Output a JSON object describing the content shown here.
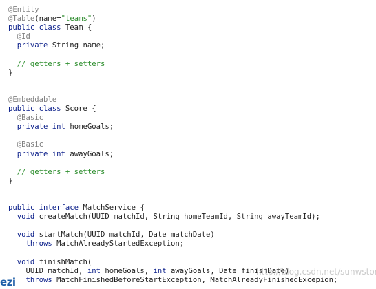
{
  "code_lines": [
    [
      {
        "t": "annotation",
        "v": "@Entity"
      }
    ],
    [
      {
        "t": "annotation",
        "v": "@Table"
      },
      {
        "t": "plain",
        "v": "(name="
      },
      {
        "t": "string",
        "v": "\"teams\""
      },
      {
        "t": "plain",
        "v": ")"
      }
    ],
    [
      {
        "t": "keyword",
        "v": "public class"
      },
      {
        "t": "plain",
        "v": " Team {"
      }
    ],
    [
      {
        "t": "plain",
        "v": "  "
      },
      {
        "t": "annotation",
        "v": "@Id"
      }
    ],
    [
      {
        "t": "plain",
        "v": "  "
      },
      {
        "t": "keyword",
        "v": "private"
      },
      {
        "t": "plain",
        "v": " String name;"
      }
    ],
    [],
    [
      {
        "t": "plain",
        "v": "  "
      },
      {
        "t": "comment",
        "v": "// getters + setters"
      }
    ],
    [
      {
        "t": "plain",
        "v": "}"
      }
    ],
    [],
    [],
    [
      {
        "t": "annotation",
        "v": "@Embeddable"
      }
    ],
    [
      {
        "t": "keyword",
        "v": "public class"
      },
      {
        "t": "plain",
        "v": " Score {"
      }
    ],
    [
      {
        "t": "plain",
        "v": "  "
      },
      {
        "t": "annotation",
        "v": "@Basic"
      }
    ],
    [
      {
        "t": "plain",
        "v": "  "
      },
      {
        "t": "keyword",
        "v": "private int"
      },
      {
        "t": "plain",
        "v": " homeGoals;"
      }
    ],
    [],
    [
      {
        "t": "plain",
        "v": "  "
      },
      {
        "t": "annotation",
        "v": "@Basic"
      }
    ],
    [
      {
        "t": "plain",
        "v": "  "
      },
      {
        "t": "keyword",
        "v": "private int"
      },
      {
        "t": "plain",
        "v": " awayGoals;"
      }
    ],
    [],
    [
      {
        "t": "plain",
        "v": "  "
      },
      {
        "t": "comment",
        "v": "// getters + setters"
      }
    ],
    [
      {
        "t": "plain",
        "v": "}"
      }
    ],
    [],
    [],
    [
      {
        "t": "keyword",
        "v": "public interface"
      },
      {
        "t": "plain",
        "v": " MatchService {"
      }
    ],
    [
      {
        "t": "plain",
        "v": "  "
      },
      {
        "t": "keyword",
        "v": "void"
      },
      {
        "t": "plain",
        "v": " createMatch(UUID matchId, String homeTeamId, String awayTeamId);"
      }
    ],
    [],
    [
      {
        "t": "plain",
        "v": "  "
      },
      {
        "t": "keyword",
        "v": "void"
      },
      {
        "t": "plain",
        "v": " startMatch(UUID matchId, Date matchDate)"
      }
    ],
    [
      {
        "t": "plain",
        "v": "    "
      },
      {
        "t": "keyword",
        "v": "throws"
      },
      {
        "t": "plain",
        "v": " MatchAlreadyStartedException;"
      }
    ],
    [],
    [
      {
        "t": "plain",
        "v": "  "
      },
      {
        "t": "keyword",
        "v": "void"
      },
      {
        "t": "plain",
        "v": " finishMatch("
      }
    ],
    [
      {
        "t": "plain",
        "v": "    UUID matchId, "
      },
      {
        "t": "keyword",
        "v": "int"
      },
      {
        "t": "plain",
        "v": " homeGoals, "
      },
      {
        "t": "keyword",
        "v": "int"
      },
      {
        "t": "plain",
        "v": " awayGoals, Date finishDate)"
      }
    ],
    [
      {
        "t": "plain",
        "v": "    "
      },
      {
        "t": "keyword",
        "v": "throws"
      },
      {
        "t": "plain",
        "v": " MatchFinishedBeforeStartException, MatchAlreadyFinishedExcepion;"
      }
    ]
  ],
  "logo_text": "ezi",
  "watermark_text": "http://blog.csdn.net/sunwstorm",
  "colors": {
    "annotation": "#808080",
    "keyword": "#0b1f8a",
    "string": "#2a8a2a",
    "comment": "#2f8f2f",
    "plain": "#1f1f1f",
    "logo": "#1f5fa8"
  }
}
